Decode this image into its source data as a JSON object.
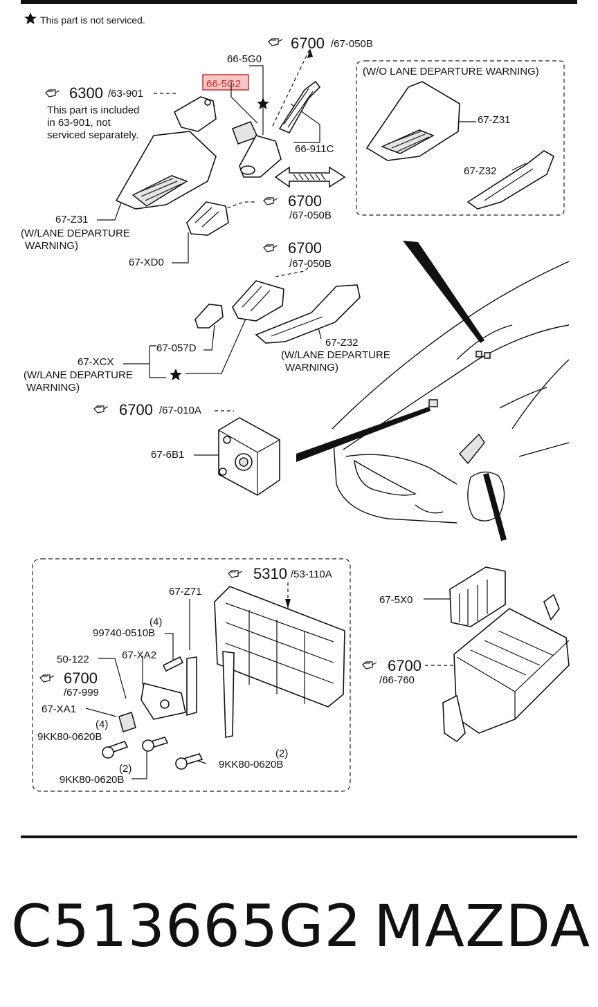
{
  "note": "This part is not serviced.",
  "groups": {
    "g6700_top": {
      "code": "6700",
      "ref": "/67-050B"
    },
    "g6300": {
      "code": "6300",
      "ref": "/63-901"
    },
    "g6700_mid1": {
      "code": "6700",
      "ref": "/67-050B"
    },
    "g6700_mid2": {
      "code": "6700",
      "ref": "/67-050B"
    },
    "g6700_sensor": {
      "code": "6700",
      "ref": "/67-010A"
    },
    "g5310": {
      "code": "5310",
      "ref": "/53-110A"
    },
    "g6700_bracket": {
      "code": "6700",
      "ref": "/67-999"
    },
    "g6700_box": {
      "code": "6700",
      "ref": "/66-760"
    }
  },
  "labels": {
    "p66_5g0": "66-5G0",
    "p66_5g2": "66-5G2",
    "included_1": "This part is included",
    "included_2": "in  63-901, not",
    "included_3": "serviced separately.",
    "p66_911c": "66-911C",
    "wo_lane": "(W/O LANE DEPARTURE WARNING)",
    "p67_z31_r": "67-Z31",
    "p67_z32_r": "67-Z32",
    "p67_z31_l": "67-Z31",
    "w_lane_1a": "(W/LANE DEPARTURE",
    "w_lane_1b": "WARNING)",
    "p67_xd0": "67-XD0",
    "p67_057d": "67-057D",
    "p67_xcx": "67-XCX",
    "w_lane_2a": "(W/LANE DEPARTURE",
    "w_lane_2b": "WARNING)",
    "p67_z32_m": "67-Z32",
    "w_lane_3a": "(W/LANE DEPARTURE",
    "w_lane_3b": "WARNING)",
    "p67_6b1": "67-6B1",
    "p67_z71": "67-Z71",
    "qty_4a": "(4)",
    "p99740": "99740-0510B",
    "p67_xa2": "67-XA2",
    "p50_122": "50-122",
    "p67_xa1": "67-XA1",
    "qty_4b": "(4)",
    "p9kk_a": "9KK80-0620B",
    "qty_2a": "(2)",
    "p9kk_b": "9KK80-0620B",
    "qty_2b": "(2)",
    "p9kk_c": "9KK80-0620B",
    "p67_5x0": "67-5X0"
  },
  "footer": {
    "part_number": "C513665G2",
    "brand": "MAZDA"
  },
  "colors": {
    "highlight": "#d62828",
    "ink": "#111111"
  },
  "icons": [
    "star-icon",
    "book-reference-icon"
  ]
}
